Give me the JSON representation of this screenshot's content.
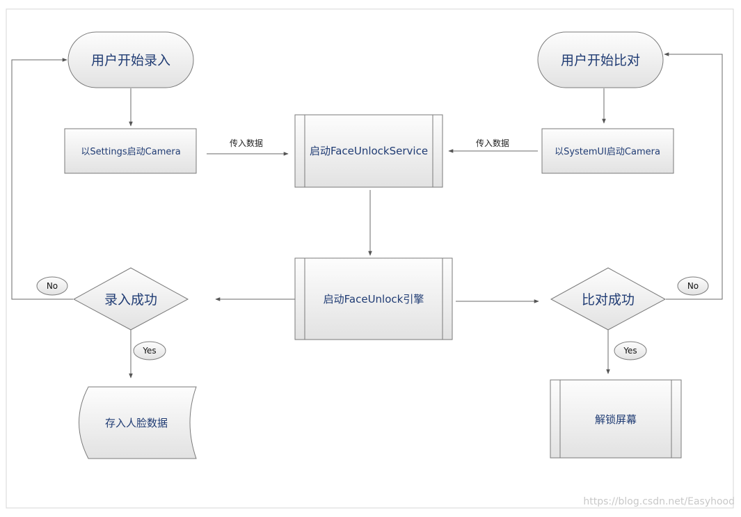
{
  "diagram": {
    "nodes": {
      "start_enroll": "用户开始录入",
      "start_compare": "用户开始比对",
      "settings_camera": "以Settings启动Camera",
      "faceunlock_service": "启动FaceUnlockService",
      "systemui_camera": "以SystemUI启动Camera",
      "faceunlock_engine": "启动FaceUnlock引擎",
      "enroll_success": "录入成功",
      "compare_success": "比对成功",
      "store_face_data": "存入人脸数据",
      "unlock_screen": "解锁屏幕"
    },
    "edges": {
      "pass_data_left": "传入数据",
      "pass_data_right": "传入数据",
      "no_left": "No",
      "no_right": "No",
      "yes_left": "Yes",
      "yes_right": "Yes"
    }
  },
  "watermark": "https://blog.csdn.net/Easyhood",
  "colors": {
    "node_fill_top": "#fdfdfd",
    "node_fill_bottom": "#e4e4e4",
    "stroke": "#7a7a7a",
    "text": "#1f3b73"
  }
}
